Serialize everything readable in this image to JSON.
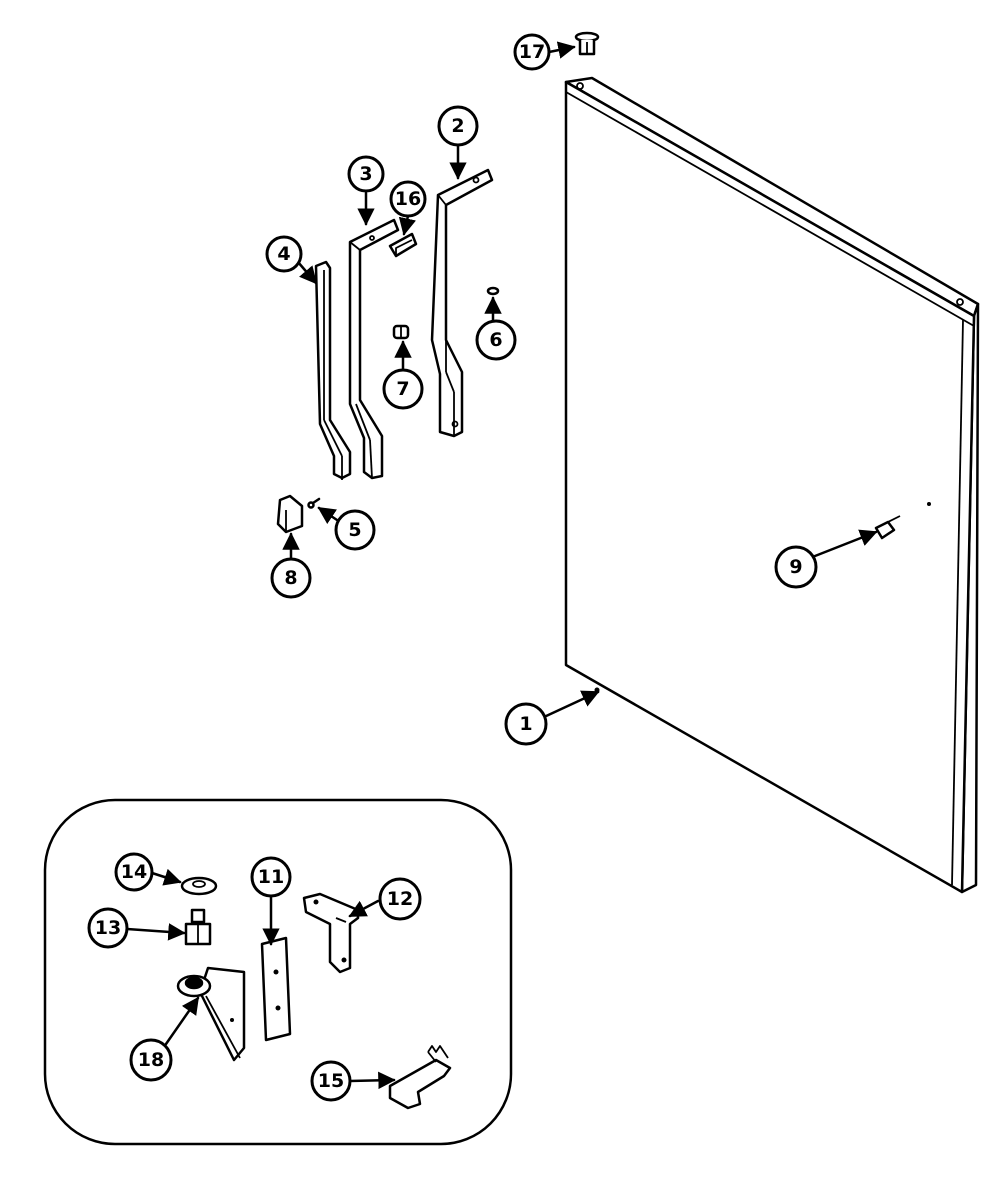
{
  "callouts": {
    "c1": "1",
    "c2": "2",
    "c3": "3",
    "c4": "4",
    "c5": "5",
    "c6": "6",
    "c7": "7",
    "c8": "8",
    "c9": "9",
    "c11": "11",
    "c12": "12",
    "c13": "13",
    "c14": "14",
    "c15": "15",
    "c16": "16",
    "c17": "17",
    "c18": "18"
  }
}
